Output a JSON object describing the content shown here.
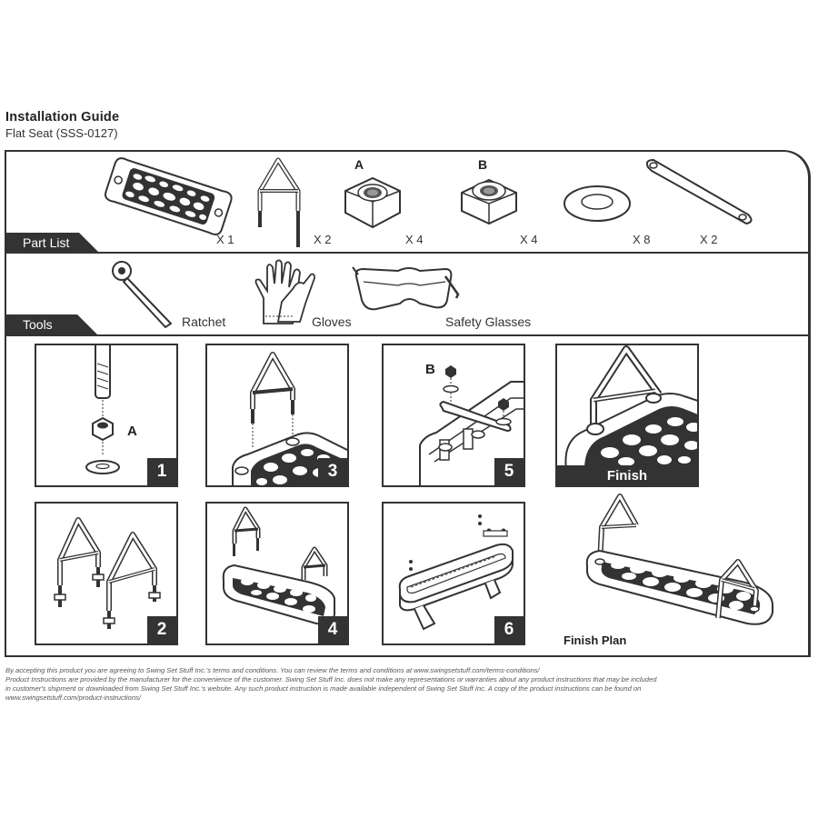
{
  "header": {
    "title": "Installation Guide",
    "subtitle": "Flat Seat (SSS-0127)"
  },
  "parts": {
    "tab_label": "Part List",
    "items": [
      {
        "name": "flat-seat",
        "letter": "",
        "qty": "X 1",
        "icon": "seat-icon"
      },
      {
        "name": "u-bolt-hanger",
        "letter": "",
        "qty": "X 2",
        "icon": "triangle-hanger-icon"
      },
      {
        "name": "nut-a",
        "letter": "A",
        "qty": "X 4",
        "icon": "hex-nut-icon"
      },
      {
        "name": "nut-b",
        "letter": "B",
        "qty": "X 4",
        "icon": "lock-nut-icon"
      },
      {
        "name": "washer",
        "letter": "",
        "qty": "X 8",
        "icon": "washer-icon"
      },
      {
        "name": "bar-plate",
        "letter": "",
        "qty": "X 2",
        "icon": "bar-plate-icon"
      }
    ]
  },
  "tools": {
    "tab_label": "Tools",
    "items": [
      {
        "label": "Ratchet",
        "icon": "ratchet-icon"
      },
      {
        "label": "Gloves",
        "icon": "gloves-icon"
      },
      {
        "label": "Safety Glasses",
        "icon": "safety-glasses-icon"
      }
    ]
  },
  "steps": [
    {
      "num": "1",
      "callout": "A"
    },
    {
      "num": "3",
      "callout": ""
    },
    {
      "num": "5",
      "callout": "B"
    },
    {
      "num": "2",
      "callout": ""
    },
    {
      "num": "4",
      "callout": ""
    },
    {
      "num": "6",
      "callout": ""
    }
  ],
  "finish": {
    "label": "Finish",
    "plan_label": "Finish Plan"
  },
  "footer": {
    "lines": [
      "By accepting this product you are agreeing to Swing Set Stuff Inc.'s terms and conditions. You can review the terms and conditions at www.swingsetstuff.com/terms-conditions/",
      "Product Instructions are provided by the manufacturer for the convenience of the customer. Swing Set Stuff Inc. does not make any representations or warranties about any product instructions that may be included",
      "in customer's shipment or downloaded from Swing Set Stuff Inc.'s website. Any such product instruction is made available independent of Swing Set Stuff Inc.  A copy of the product instructions can be found on",
      "www.swingsetstuff.com/product-instructions/"
    ]
  },
  "colors": {
    "ink": "#333333",
    "paper": "#ffffff",
    "fineprint": "#555555"
  }
}
